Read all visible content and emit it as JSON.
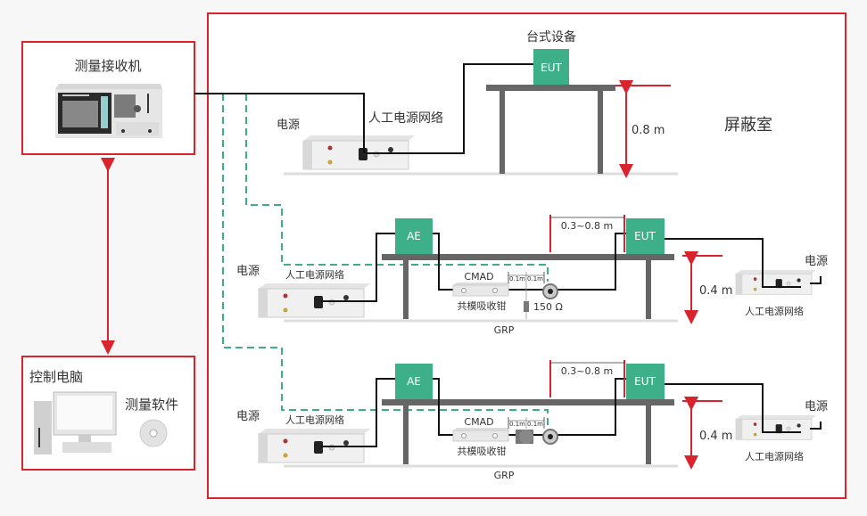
{
  "colors": {
    "frame": "#d9232d",
    "device": "#3db08a",
    "dashed_cable": "#3dae8a",
    "table": "#666666"
  },
  "receiver": {
    "title": "测量接收机"
  },
  "computer": {
    "title": "控制电脑",
    "software": "测量软件"
  },
  "shielded_room": {
    "label": "屏蔽室"
  },
  "top_setup": {
    "title": "台式设备",
    "eut": "EUT",
    "power": "电源",
    "lisn": "人工电源网络",
    "height": "0.8 m"
  },
  "sections": [
    {
      "ae": "AE",
      "eut": "EUT",
      "power_left": "电源",
      "lisn_left": "人工电源网络",
      "cmad": "CMAD",
      "clamp": "共模吸收钳",
      "d1": "0.1m",
      "d2": "0.1m",
      "resistor": "150 Ω",
      "distance": "0.3~0.8 m",
      "grp": "GRP",
      "height": "0.4 m",
      "power_right": "电源",
      "lisn_right": "人工电源网络"
    },
    {
      "ae": "AE",
      "eut": "EUT",
      "power_left": "电源",
      "lisn_left": "人工电源网络",
      "cmad": "CMAD",
      "clamp": "共模吸收钳",
      "d1": "0.1m",
      "d2": "0.1m",
      "distance": "0.3~0.8 m",
      "grp": "GRP",
      "height": "0.4 m",
      "power_right": "电源",
      "lisn_right": "人工电源网络"
    }
  ]
}
